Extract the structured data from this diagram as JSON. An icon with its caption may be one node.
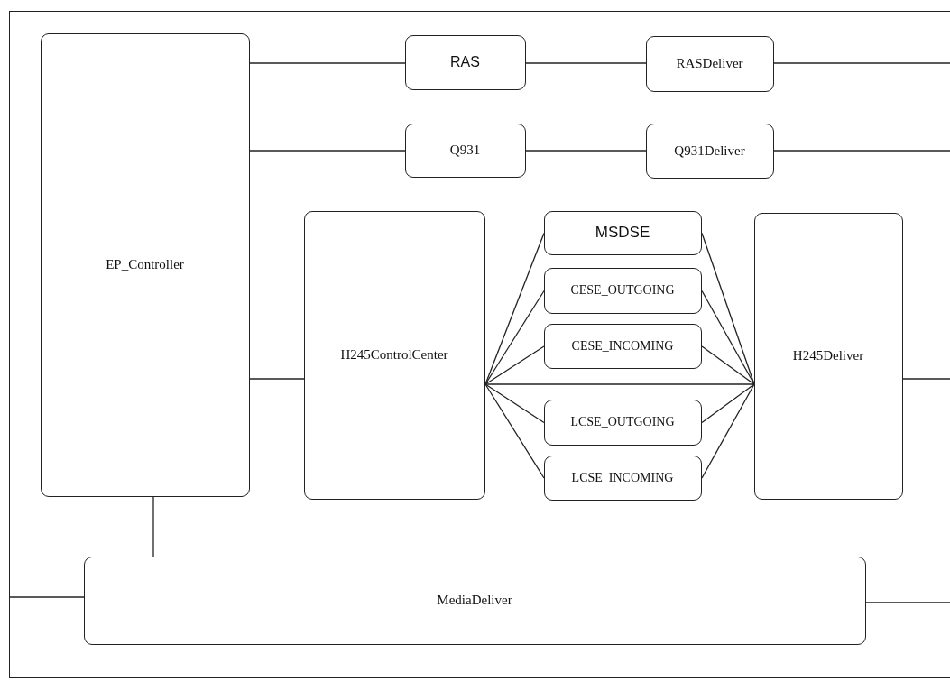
{
  "diagram": {
    "nodes": [
      {
        "text": [],
        "shape": "box"
      },
      {
        "text": [
          "EP_Controller"
        ],
        "in": 0
      },
      {
        "text": [
          "RAS"
        ],
        "in": 0
      },
      {
        "text": [
          "RASDeliver"
        ],
        "in": 0
      },
      {
        "text": [
          "Q931"
        ],
        "in": 0
      },
      {
        "text": [
          "Q931Deliver"
        ],
        "in": 0
      },
      {
        "text": [
          "H245ControlCenter"
        ],
        "in": 0
      },
      {
        "text": [
          "MSDSE"
        ],
        "in": 0
      },
      {
        "text": [
          "CESE_OUTGOING"
        ],
        "in": 0
      },
      {
        "text": [
          "CESE_INCOMING"
        ],
        "in": 0
      },
      {
        "text": [
          "LCSE_OUTGOING"
        ],
        "in": 0
      },
      {
        "text": [
          "LCSE_INCOMING"
        ],
        "in": 0
      },
      {
        "text": [
          "H245Deliver"
        ],
        "in": 0
      },
      {
        "text": [
          "MediaDeliver"
        ],
        "in": 0
      }
    ],
    "edges": [
      {
        "from": 1,
        "to": 2,
        "arrow": "none"
      },
      {
        "from": 2,
        "to": 3,
        "arrow": "none"
      },
      {
        "from": 3,
        "to": null,
        "arrow": "none"
      },
      {
        "from": 1,
        "to": 4,
        "arrow": "none"
      },
      {
        "from": 4,
        "to": 5,
        "arrow": "none"
      },
      {
        "from": 5,
        "to": null,
        "arrow": "none"
      },
      {
        "from": 1,
        "to": 6,
        "arrow": "none"
      },
      {
        "from": 6,
        "to": 7,
        "arrow": "none"
      },
      {
        "from": 6,
        "to": 8,
        "arrow": "none"
      },
      {
        "from": 6,
        "to": 9,
        "arrow": "none"
      },
      {
        "from": 6,
        "to": 10,
        "arrow": "none"
      },
      {
        "from": 6,
        "to": 11,
        "arrow": "none"
      },
      {
        "from": 7,
        "to": 12,
        "arrow": "none"
      },
      {
        "from": 8,
        "to": 12,
        "arrow": "none"
      },
      {
        "from": 9,
        "to": 12,
        "arrow": "none"
      },
      {
        "from": 10,
        "to": 12,
        "arrow": "none"
      },
      {
        "from": 11,
        "to": 12,
        "arrow": "none"
      },
      {
        "from": 6,
        "to": 12,
        "arrow": "none"
      },
      {
        "from": 12,
        "to": null,
        "arrow": "none"
      },
      {
        "from": 1,
        "to": 13,
        "arrow": "none"
      },
      {
        "from": 13,
        "to": 0,
        "arrow": "none"
      },
      {
        "from": 13,
        "to": null,
        "arrow": "none"
      }
    ]
  }
}
